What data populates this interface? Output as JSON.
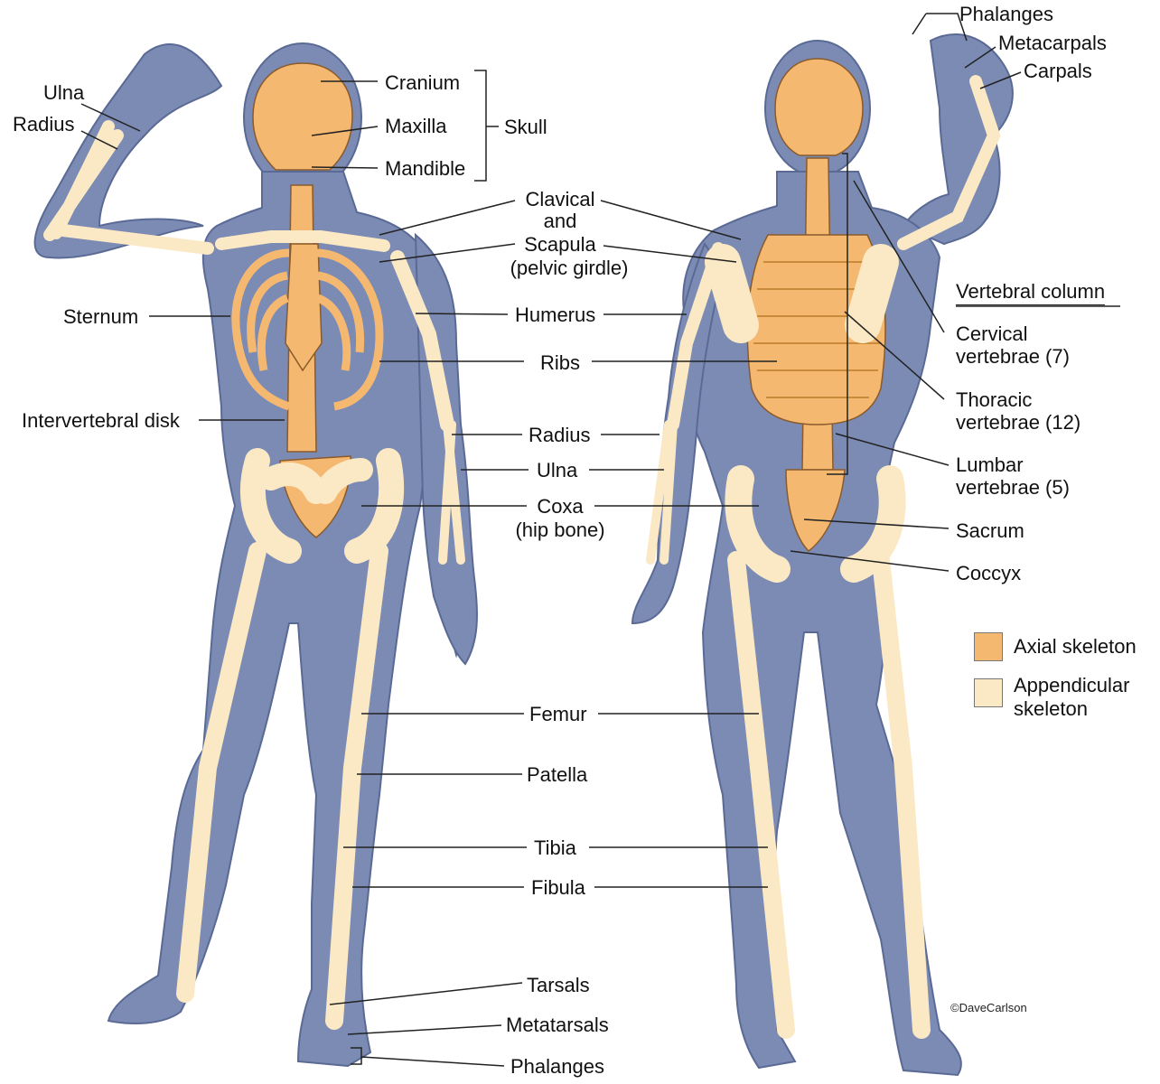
{
  "colors": {
    "body_silhouette": "#7b8bb4",
    "body_outline": "#5a6a95",
    "axial": "#f5b870",
    "appendicular": "#fbe9c5",
    "cartilage": "#d8dbe8",
    "leader_line": "#222222"
  },
  "front_labels": {
    "ulna": "Ulna",
    "radius": "Radius",
    "cranium": "Cranium",
    "maxilla": "Maxilla",
    "mandible": "Mandible",
    "skull": "Skull",
    "sternum": "Sternum",
    "intervertebral_disk": "Intervertebral disk"
  },
  "center_labels": {
    "clavical": "Clavical",
    "and": "and",
    "scapula": "Scapula",
    "pelvic_girdle": "(pelvic girdle)",
    "humerus": "Humerus",
    "ribs": "Ribs",
    "radius": "Radius",
    "ulna": "Ulna",
    "coxa": "Coxa",
    "hip_bone": "(hip bone)",
    "femur": "Femur",
    "patella": "Patella",
    "tibia": "Tibia",
    "fibula": "Fibula",
    "tarsals": "Tarsals",
    "metatarsals": "Metatarsals",
    "phalanges": "Phalanges"
  },
  "back_labels": {
    "phalanges": "Phalanges",
    "metacarpals": "Metacarpals",
    "carpals": "Carpals",
    "sacrum": "Sacrum",
    "coccyx": "Coccyx"
  },
  "vertebral_column": {
    "title": "Vertebral column",
    "cervical": [
      "Cervical",
      "vertebrae (7)"
    ],
    "thoracic": [
      "Thoracic",
      "vertebrae (12)"
    ],
    "lumbar": [
      "Lumbar",
      "vertebrae (5)"
    ]
  },
  "legend": {
    "axial": "Axial skeleton",
    "appendicular": [
      "Appendicular",
      "skeleton"
    ]
  },
  "credit": "©DaveCarlson"
}
